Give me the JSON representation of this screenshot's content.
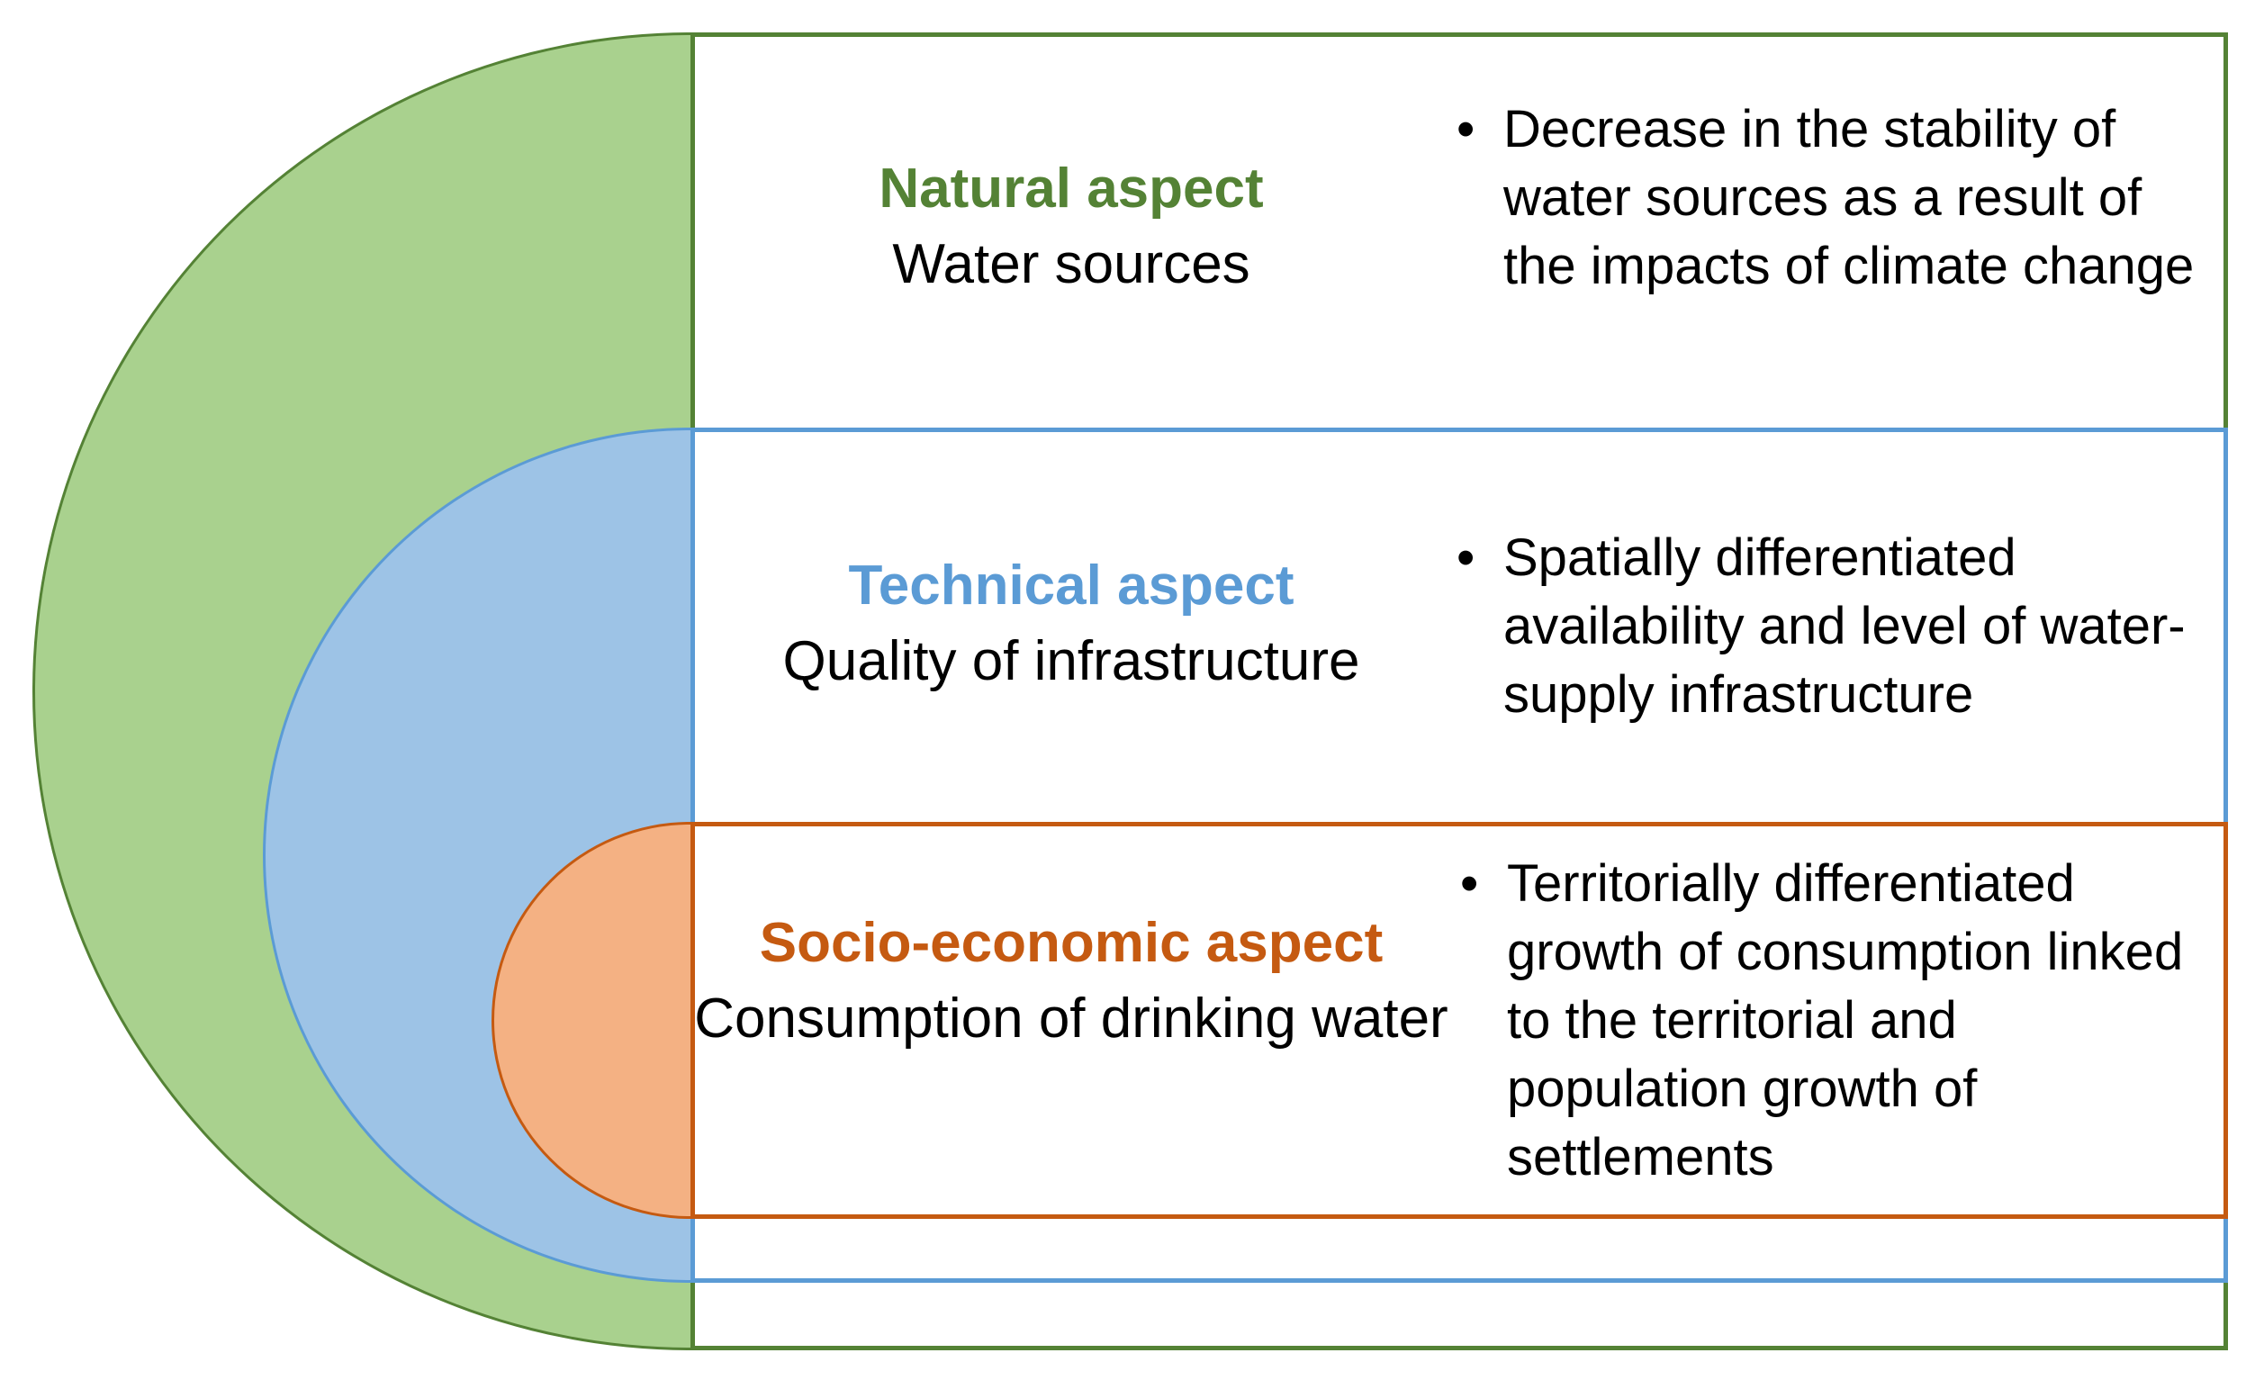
{
  "colors": {
    "natural": "#548235",
    "natural_fill": "#a9d18e",
    "technical": "#5b9bd5",
    "technical_fill": "#9dc3e6",
    "socio": "#c55a11",
    "socio_fill": "#f4b183"
  },
  "natural": {
    "title": "Natural aspect",
    "subtitle": "Water sources",
    "bullet": "Decrease in the stability of water sources as a result of the impacts of climate change"
  },
  "technical": {
    "title": "Technical aspect",
    "subtitle": "Quality of infrastructure",
    "bullet": "Spatially differentiated availability and level of water-supply infrastructure"
  },
  "socio": {
    "title": "Socio-economic aspect",
    "subtitle": "Consumption of drinking water",
    "bullet": "Territorially differentiated growth of consumption linked to the territorial and population growth of settlements"
  },
  "bullet_glyph": "•"
}
